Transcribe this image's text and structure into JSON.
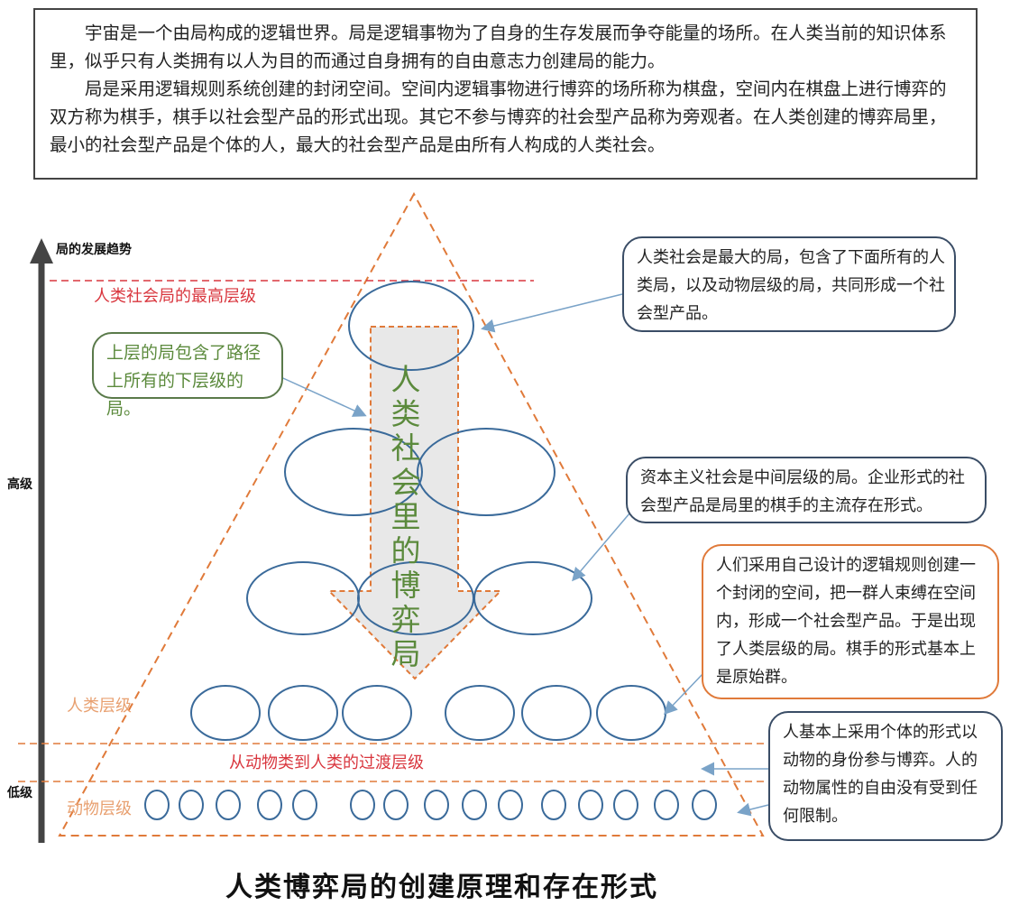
{
  "intro": {
    "paragraph1": "宇宙是一个由局构成的逻辑世界。局是逻辑事物为了自身的生存发展而争夺能量的场所。在人类当前的知识体系里，似乎只有人类拥有以人为目的而通过自身拥有的自由意志力创建局的能力。",
    "paragraph2": "局是采用逻辑规则系统创建的封闭空间。空间内逻辑事物进行博弈的场所称为棋盘，空间内在棋盘上进行博弈的双方称为棋手，棋手以社会型产品的形式出现。其它不参与博弈的社会型产品称为旁观者。在人类创建的博弈局里，最小的社会型产品是个体的人，最大的社会型产品是由所有人构成的人类社会。"
  },
  "axis": {
    "trend": "局的发展趋势",
    "high": "高级",
    "low": "低级"
  },
  "levels": {
    "top": "人类社会局的最高层级",
    "human": "人类层级",
    "transition": "从动物类到人类的过渡层级",
    "animal": "动物层级"
  },
  "center_arrow_text": "人类社会里的博弈局",
  "callouts": {
    "society": "人类社会是最大的局，包含了下面所有的人类局，以及动物层级的局，共同形成一个社会型产品。",
    "upper": "上层的局包含了路径上所有的下层级的局。",
    "capitalism": "资本主义社会是中间层级的局。企业形式的社会型产品是局里的棋手的主流存在形式。",
    "rules": "人们采用自己设计的逻辑规则创建一个封闭的空间，把一群人束缚在空间内，形成一个社会型产品。于是出现了人类层级的局。棋手的形式基本上是原始群。",
    "individual": "人基本上采用个体的形式以动物的身份参与博弈。人的动物属性的自由没有受到任何限制。"
  },
  "caption": "人类博弈局的创建原理和存在形式",
  "colors": {
    "orange": "#e07a3a",
    "red": "#d9363e",
    "blue": "#3a6a9a",
    "green": "#5b8a3c",
    "arrow_fill": "#e8e8e8"
  }
}
